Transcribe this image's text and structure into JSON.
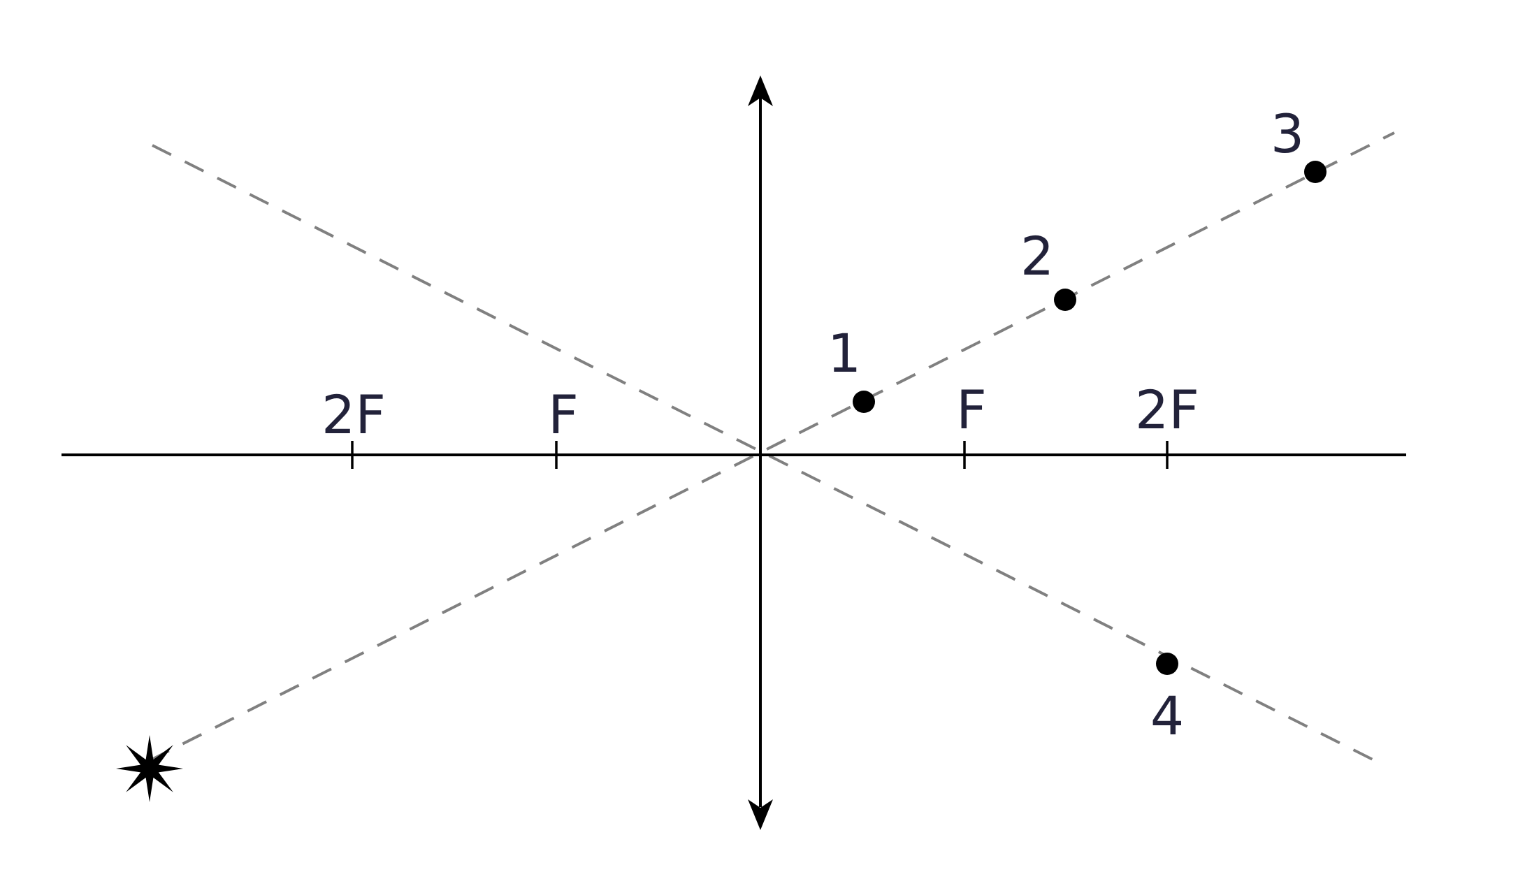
{
  "diagram": {
    "labels": {
      "left_2f": "2F",
      "left_f": "F",
      "right_f": "F",
      "right_2f": "2F"
    },
    "points": [
      {
        "label": "1"
      },
      {
        "label": "2"
      },
      {
        "label": "3"
      },
      {
        "label": "4"
      }
    ],
    "colors": {
      "axis": "#000000",
      "ray": "#808080",
      "text": "#22223a",
      "point": "#000000"
    },
    "icons": {
      "light_source": "star-icon",
      "lens_arrow": "double-arrow-icon"
    }
  }
}
